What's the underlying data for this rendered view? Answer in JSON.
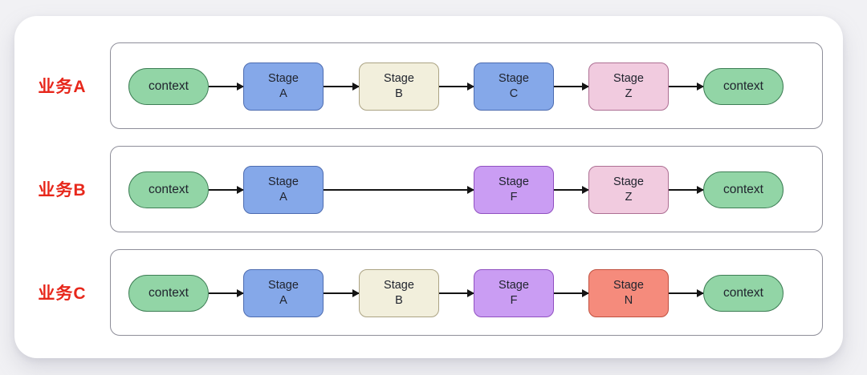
{
  "palette": {
    "label-red": "#e7271b",
    "lane-border": "#8e8e99",
    "node-text": "#20242e",
    "arrow": "#141414",
    "context-fill": "#92d5a6",
    "context-border": "#3e7e55",
    "blue-fill": "#85a8e9",
    "blue-border": "#4d6cb0",
    "cream-fill": "#f2efdc",
    "cream-border": "#aba383",
    "pink-fill": "#f1cbdf",
    "pink-border": "#ad6f93",
    "purple-fill": "#ca9df3",
    "purple-border": "#9050c0",
    "salmon-fill": "#f58b7c",
    "salmon-border": "#c0503f"
  },
  "rows": [
    {
      "label": "业务A",
      "nodes": [
        {
          "label": "context"
        },
        {
          "line1": "Stage",
          "line2": "A"
        },
        {
          "line1": "Stage",
          "line2": "B"
        },
        {
          "line1": "Stage",
          "line2": "C"
        },
        {
          "line1": "Stage",
          "line2": "Z"
        },
        {
          "label": "context"
        }
      ]
    },
    {
      "label": "业务B",
      "nodes": [
        {
          "label": "context"
        },
        {
          "line1": "Stage",
          "line2": "A"
        },
        {
          "line1": "Stage",
          "line2": "F"
        },
        {
          "line1": "Stage",
          "line2": "Z"
        },
        {
          "label": "context"
        }
      ]
    },
    {
      "label": "业务C",
      "nodes": [
        {
          "label": "context"
        },
        {
          "line1": "Stage",
          "line2": "A"
        },
        {
          "line1": "Stage",
          "line2": "B"
        },
        {
          "line1": "Stage",
          "line2": "F"
        },
        {
          "line1": "Stage",
          "line2": "N"
        },
        {
          "label": "context"
        }
      ]
    }
  ]
}
